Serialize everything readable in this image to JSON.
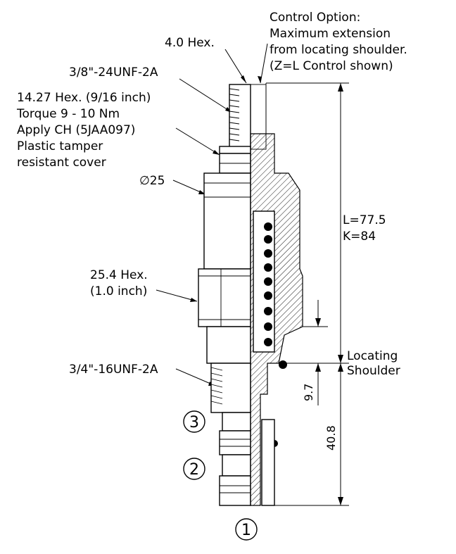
{
  "labels": {
    "control_option_line1": "Control Option:",
    "control_option_line2": "Maximum extension",
    "control_option_line3": "from locating shoulder.",
    "control_option_line4": "(Z=L Control shown)",
    "hex_4": "4.0 Hex.",
    "thread_3_8": "3/8\"-24UNF-2A",
    "hex_14_line1": "14.27 Hex. (9/16 inch)",
    "hex_14_line2": "Torque 9 - 10 Nm",
    "hex_14_line3": "Apply CH (5JAA097)",
    "hex_14_line4": "Plastic tamper",
    "hex_14_line5": "resistant cover",
    "diameter_25": "∅25",
    "hex_25_line1": "25.4 Hex.",
    "hex_25_line2": "(1.0 inch)",
    "thread_3_4": "3/4\"-16UNF-2A",
    "dim_L": "L=77.5",
    "dim_K": "K=84",
    "locating_line1": "Locating",
    "locating_line2": "Shoulder",
    "dim_9_7": "9.7",
    "dim_40_8": "40.8",
    "port_3": "3",
    "port_2": "2",
    "port_1": "1"
  }
}
